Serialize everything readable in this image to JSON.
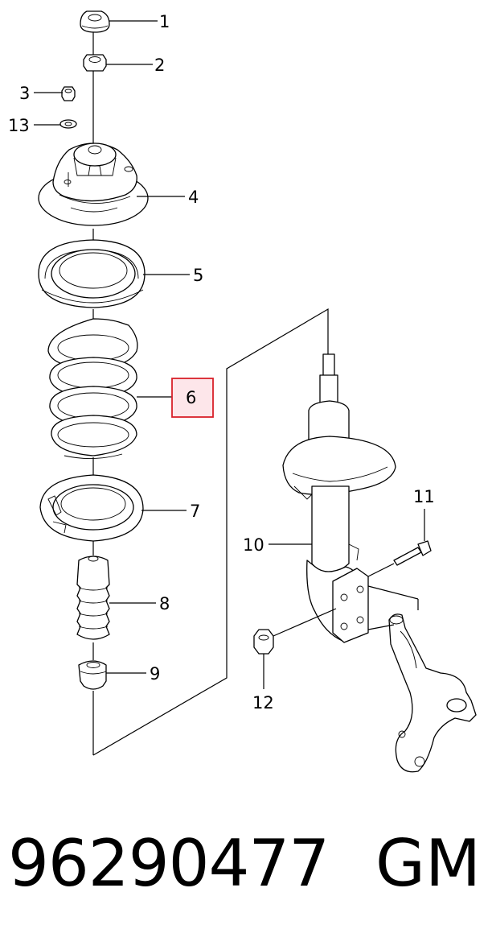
{
  "diagram": {
    "callouts": [
      {
        "id": "c1",
        "label": "1"
      },
      {
        "id": "c2",
        "label": "2"
      },
      {
        "id": "c3",
        "label": "3"
      },
      {
        "id": "c13",
        "label": "13"
      },
      {
        "id": "c4",
        "label": "4"
      },
      {
        "id": "c5",
        "label": "5"
      },
      {
        "id": "c6",
        "label": "6",
        "highlighted": true
      },
      {
        "id": "c7",
        "label": "7"
      },
      {
        "id": "c8",
        "label": "8"
      },
      {
        "id": "c9",
        "label": "9"
      },
      {
        "id": "c10",
        "label": "10"
      },
      {
        "id": "c11",
        "label": "11"
      },
      {
        "id": "c12",
        "label": "12"
      }
    ],
    "highlight_color": "#d8202a",
    "highlight_fill": "#fde6ea"
  },
  "footer": {
    "part_number": "96290477",
    "brand": "GM"
  }
}
